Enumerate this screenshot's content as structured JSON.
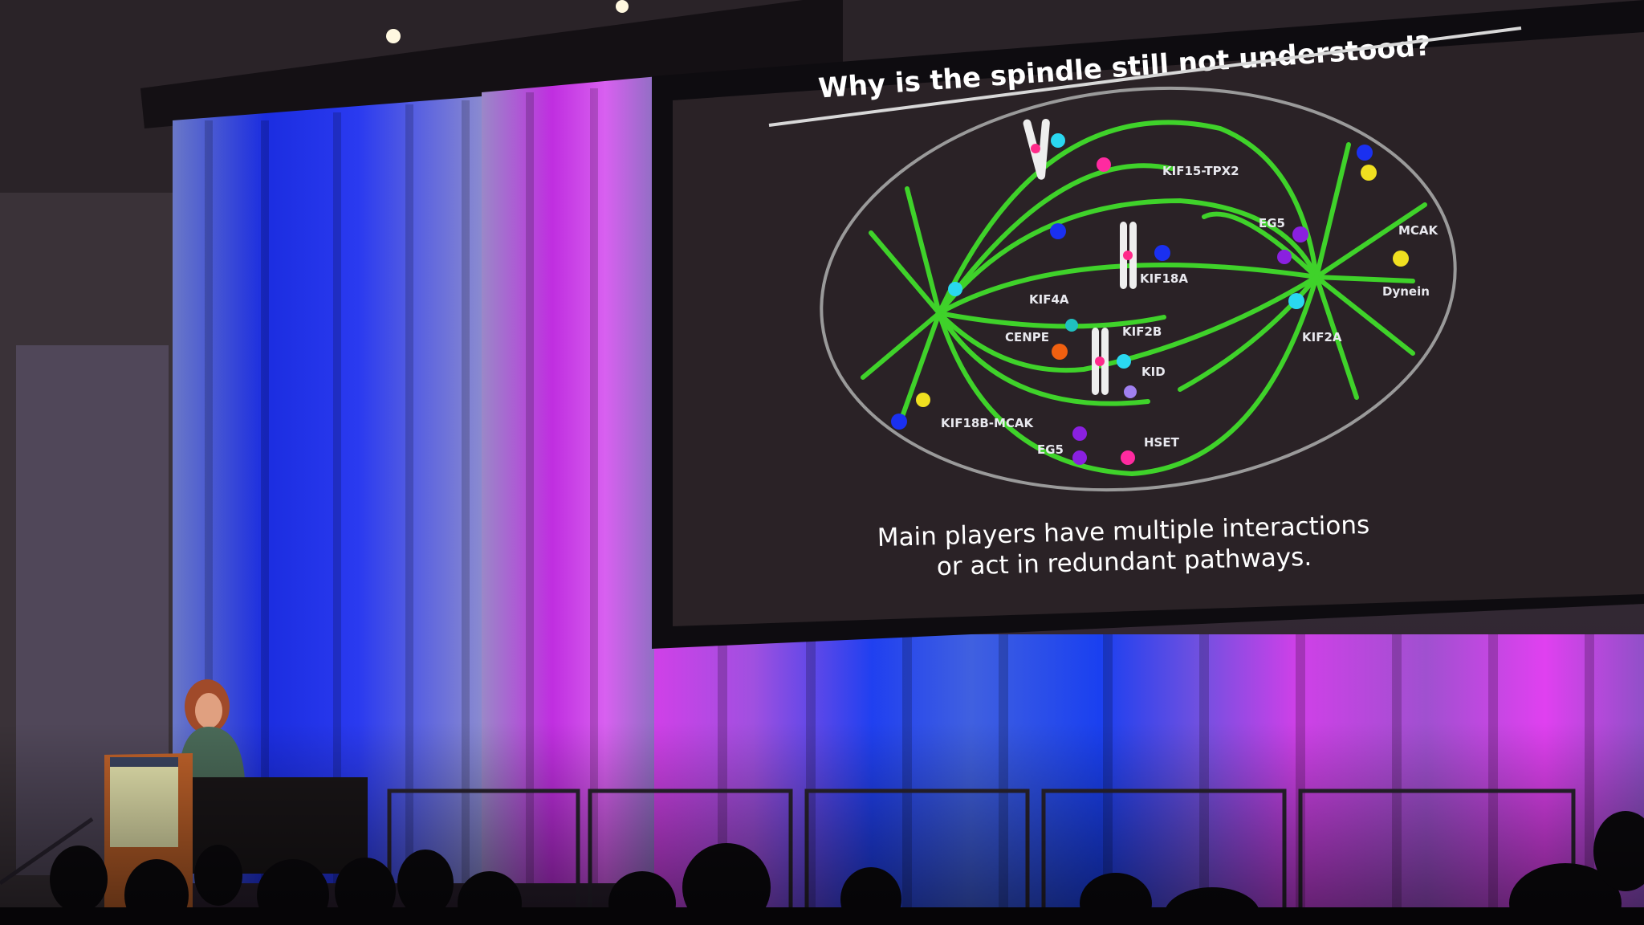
{
  "slide": {
    "title": "Why is the spindle still not understood?",
    "caption_line1": "Main players have multiple interactions",
    "caption_line2": "or act in redundant pathways.",
    "labels": {
      "kif15_tpx2": "KIF15-TPX2",
      "eg5_top": "EG5",
      "mcak": "MCAK",
      "kif18a": "KIF18A",
      "kif4a": "KIF4A",
      "kif2b": "KIF2B",
      "cenpe": "CENPE",
      "kid": "KID",
      "kif2a": "KIF2A",
      "dynein": "Dynein",
      "kif18b_mcak": "KIF18B-MCAK",
      "eg5_bottom": "EG5",
      "hset": "HSET"
    }
  },
  "colors": {
    "microtubule": "#3fd22a",
    "curtain_blue": "#1b2de0",
    "curtain_magenta": "#c02ee0",
    "slide_bg": "#2a2226"
  }
}
